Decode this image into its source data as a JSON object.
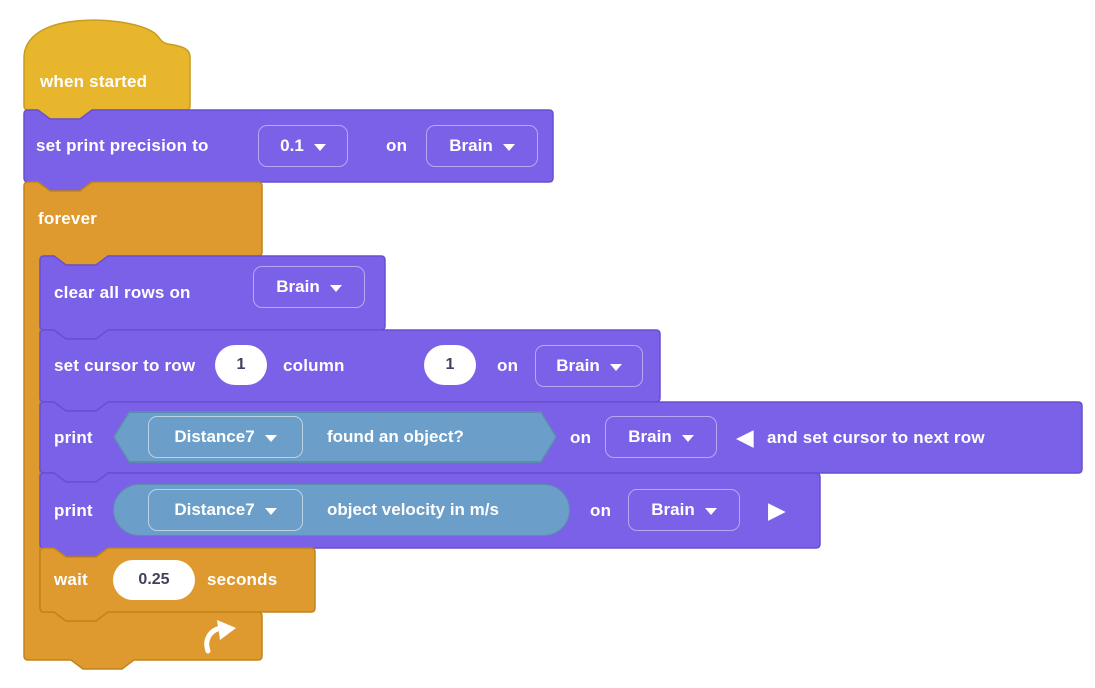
{
  "colors": {
    "event_gold": "#E7B62D",
    "event_gold_stroke": "#C99B1E",
    "control_orange": "#DE9A2F",
    "control_orange_stroke": "#C08419",
    "display_purple": "#7B61E8",
    "display_purple_stroke": "#6A4FD1",
    "sensing_blue": "#6B9EC8",
    "sensing_blue_stroke": "#5E8CAD",
    "input_text": "#41415C"
  },
  "icons": {
    "dropdown_caret": "▼",
    "collapse_left": "◀",
    "expand_right": "▶",
    "loop_arrow": "curved-arrow"
  },
  "script": {
    "when_started": {
      "label": "when started"
    },
    "set_print_precision": {
      "text": "set print precision to",
      "precision_value": "0.1",
      "on": "on",
      "device": "Brain"
    },
    "forever": {
      "label": "forever"
    },
    "clear_all_rows": {
      "text": "clear all rows on",
      "device": "Brain"
    },
    "set_cursor": {
      "text": "set cursor to row",
      "row_value": "1",
      "column_text": "column",
      "column_value": "1",
      "on": "on",
      "device": "Brain"
    },
    "print_condition": {
      "text": "print",
      "sensor": "Distance7",
      "condition": "found an object?",
      "on": "on",
      "device": "Brain",
      "suffix": "and set cursor to next row"
    },
    "print_velocity": {
      "text": "print",
      "sensor": "Distance7",
      "reporter": "object velocity in m/s",
      "on": "on",
      "device": "Brain"
    },
    "wait": {
      "text": "wait",
      "seconds_value": "0.25",
      "unit": "seconds"
    }
  }
}
